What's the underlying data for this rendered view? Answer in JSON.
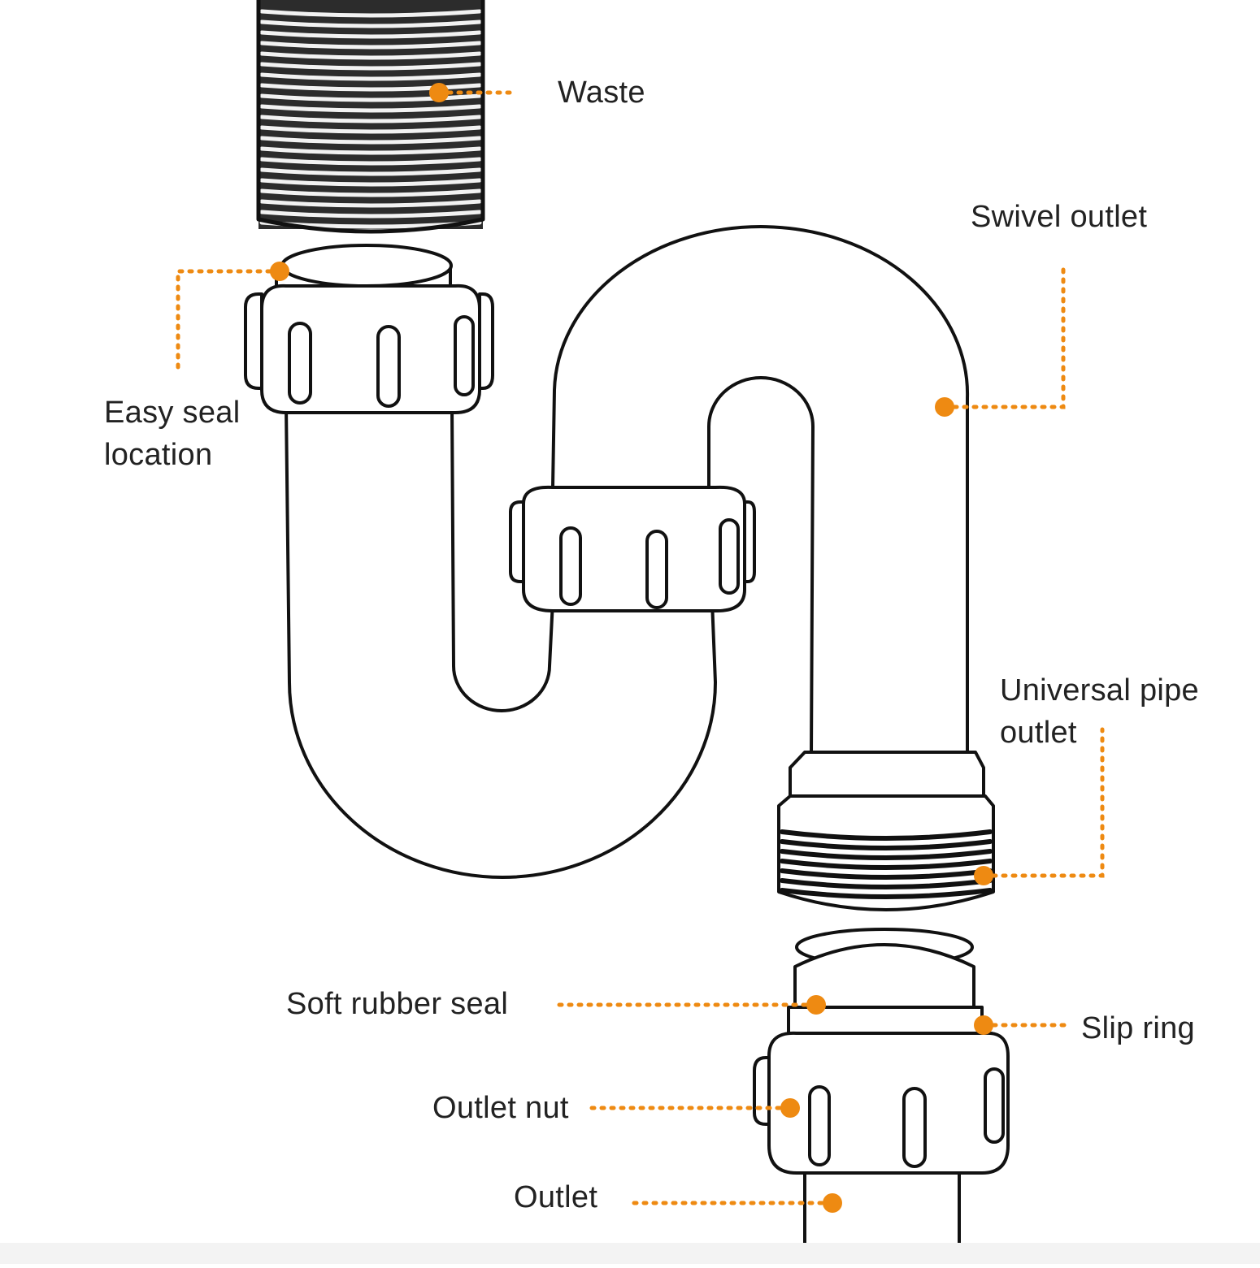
{
  "diagram": {
    "accent_color": "#EE8A12",
    "line_color": "#111111",
    "labels": {
      "waste": "Waste",
      "swivel_outlet": "Swivel outlet",
      "easy_seal_line1": "Easy seal",
      "easy_seal_line2": "location",
      "universal_line1": "Universal pipe",
      "universal_line2": "outlet",
      "soft_rubber_seal": "Soft rubber seal",
      "slip_ring": "Slip ring",
      "outlet_nut": "Outlet nut",
      "outlet": "Outlet"
    }
  }
}
